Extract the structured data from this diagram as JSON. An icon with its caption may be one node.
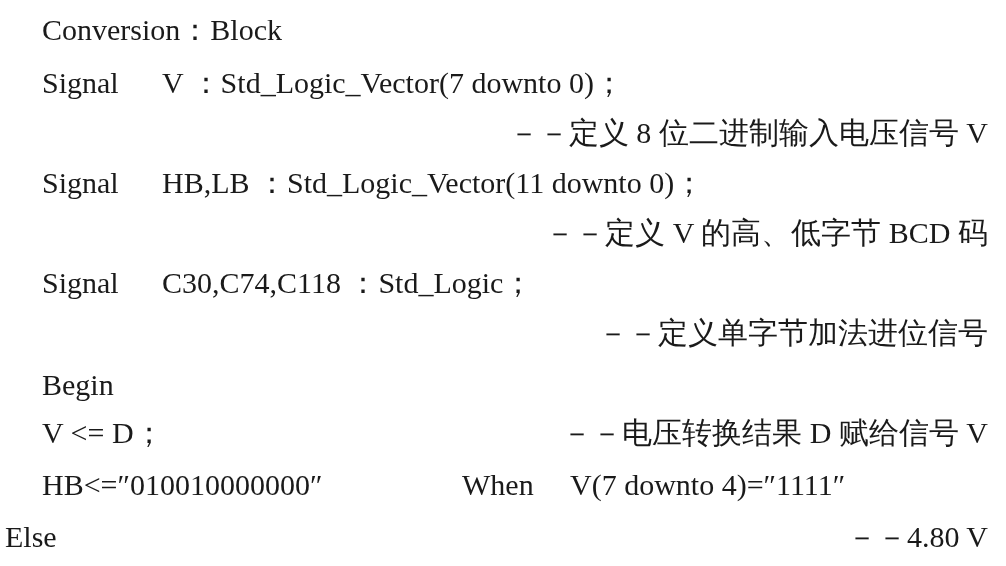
{
  "diagram": {
    "labels": [
      "Conversion：Block",
      "Signal",
      "V ：Std_Logic_Vector(7 downto 0)；",
      "－－定义 8 位二进制输入电压信号 V",
      "Signal",
      "HB,LB ：Std_Logic_Vector(11 downto 0)；",
      "－－定义 V 的高、低字节 BCD 码",
      "Signal",
      "C30,C74,C118 ：Std_Logic；",
      "－－定义单字节加法进位信号",
      "Begin",
      "V <= D；",
      "－－电压转换结果 D 赋给信号 V",
      "HB<=″010010000000″",
      "When",
      "V(7 downto 4)=″1111″",
      "Else",
      "－－4.80 V"
    ]
  }
}
